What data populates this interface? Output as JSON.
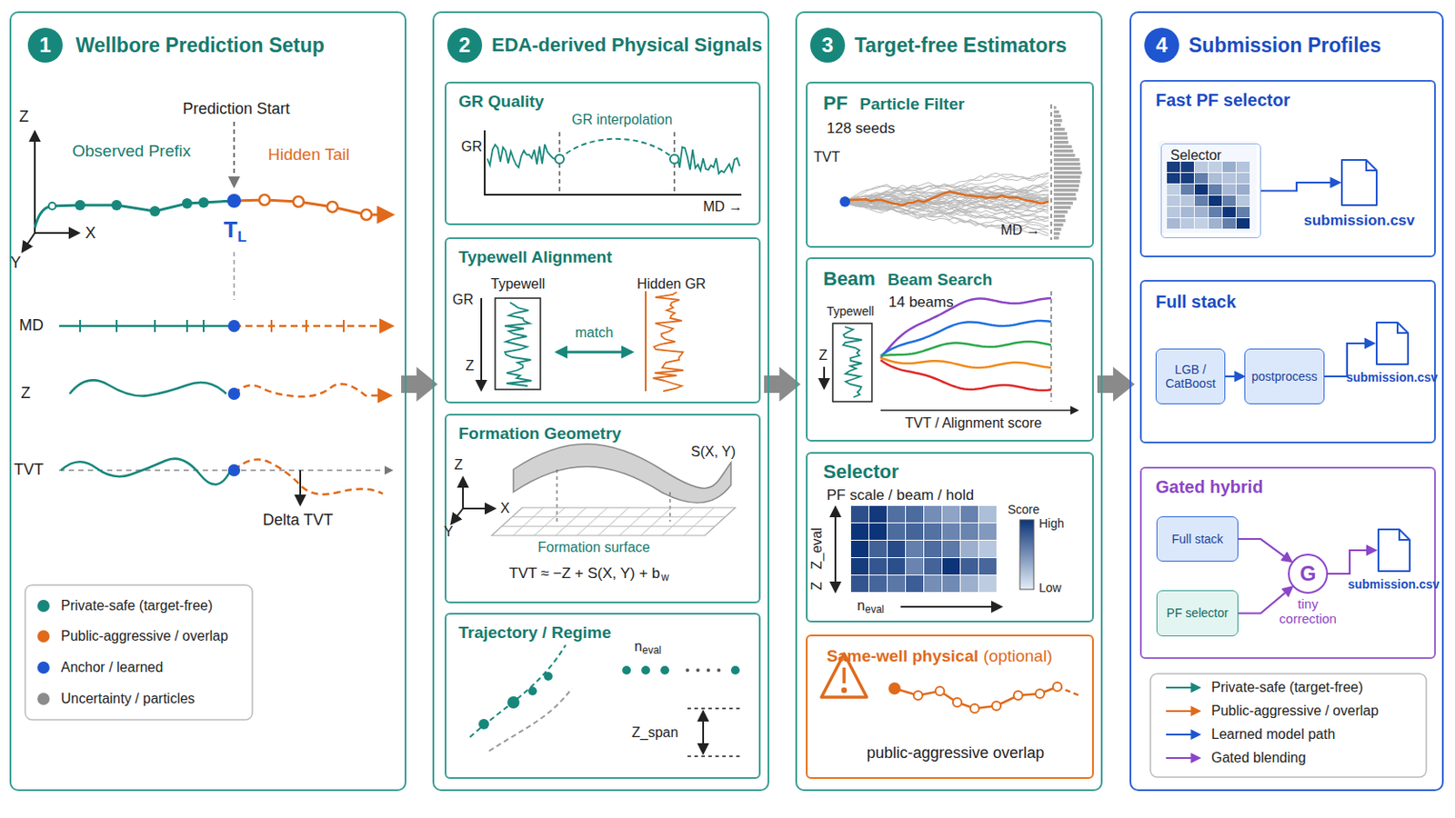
{
  "diagram": {
    "nodes": [
      {
        "text": [
          "Wellbore Prediction Setup"
        ]
      },
      {
        "text": [
          "1"
        ],
        "in": 0
      },
      {
        "text": [
          "EDA-derived Physical Signals"
        ]
      },
      {
        "text": [
          "2"
        ],
        "in": 2
      },
      {
        "text": [
          "GR Quality"
        ],
        "in": 2
      },
      {
        "text": [
          "Typewell Alignment"
        ],
        "in": 2
      },
      {
        "text": [
          "Formation Geometry"
        ],
        "in": 2
      },
      {
        "text": [
          "Trajectory / Regime"
        ],
        "in": 2
      },
      {
        "text": [
          "Target-free Estimators"
        ]
      },
      {
        "text": [
          "3"
        ],
        "in": 8
      },
      {
        "text": [
          "PF",
          "Particle Filter",
          "128 seeds"
        ],
        "in": 8
      },
      {
        "text": [
          "Beam",
          "Beam Search",
          "14 beams"
        ],
        "in": 8
      },
      {
        "text": [
          "Selector",
          "PF scale / beam / hold"
        ],
        "in": 8
      },
      {
        "text": [
          "Same-well physical",
          "(optional)",
          "public-aggressive overlap"
        ],
        "in": 8
      },
      {
        "text": [
          "Submission Profiles"
        ]
      },
      {
        "text": [
          "4"
        ],
        "in": 14
      },
      {
        "text": [
          "Fast PF selector"
        ],
        "in": 14
      },
      {
        "text": [
          "Selector"
        ],
        "in": 16
      },
      {
        "text": [
          "submission.csv"
        ],
        "in": 16
      },
      {
        "text": [
          "Full stack"
        ],
        "in": 14
      },
      {
        "text": [
          "LGB / CatBoost"
        ],
        "in": 19
      },
      {
        "text": [
          "postprocess"
        ],
        "in": 19
      },
      {
        "text": [
          "submission.csv"
        ],
        "in": 19
      },
      {
        "text": [
          "Gated hybrid"
        ],
        "in": 14
      },
      {
        "text": [
          "Full stack"
        ],
        "in": 23
      },
      {
        "text": [
          "PF selector"
        ],
        "in": 23
      },
      {
        "text": [
          "G",
          "tiny correction"
        ],
        "in": 23
      },
      {
        "text": [
          "submission.csv"
        ],
        "in": 23
      }
    ],
    "edges": [
      {
        "from": 0,
        "to": 2,
        "arrow": "to"
      },
      {
        "from": 2,
        "to": 8,
        "arrow": "to"
      },
      {
        "from": 8,
        "to": 14,
        "arrow": "to"
      },
      {
        "from": 17,
        "to": 18,
        "arrow": "to"
      },
      {
        "from": 20,
        "to": 21,
        "arrow": "to"
      },
      {
        "from": 21,
        "to": 22,
        "arrow": "to"
      },
      {
        "from": 24,
        "to": 26,
        "arrow": "to"
      },
      {
        "from": 25,
        "to": 26,
        "arrow": "to"
      },
      {
        "from": 26,
        "to": 27,
        "arrow": "to"
      }
    ],
    "labels": [
      "Prediction Start",
      "Z",
      "Observed Prefix",
      "Hidden Tail",
      "X",
      "Y",
      "T",
      "L",
      "MD",
      "Z",
      "TVT",
      "Delta TVT",
      "GR",
      "GR interpolation",
      "MD →",
      "Typewell",
      "Hidden GR",
      "GR",
      "match",
      "Z",
      "S(X, Y)",
      "Z",
      "X",
      "Y",
      "Formation surface",
      "TVT ≈ −Z + S(X, Y) + b",
      "w",
      "n",
      "eval",
      "Z_span",
      "TVT",
      "MD →",
      "Typewell",
      "Z",
      "TVT / Alignment score",
      "Score",
      "High",
      "Low",
      "Z_eval",
      "Z",
      "n",
      "eval"
    ],
    "legend": [
      {
        "text": "Private-safe (target-free)",
        "color": "#17877b"
      },
      {
        "text": "Public-aggressive / overlap",
        "color": "#e06a1b"
      },
      {
        "text": "Anchor / learned",
        "color": "#1f55d0"
      },
      {
        "text": "Uncertainty / particles",
        "color": "#8c8c8c"
      },
      {
        "text": "Private-safe (target-free)"
      },
      {
        "text": "Public-aggressive / overlap"
      },
      {
        "text": "Learned model path"
      },
      {
        "text": "Gated blending"
      }
    ]
  }
}
